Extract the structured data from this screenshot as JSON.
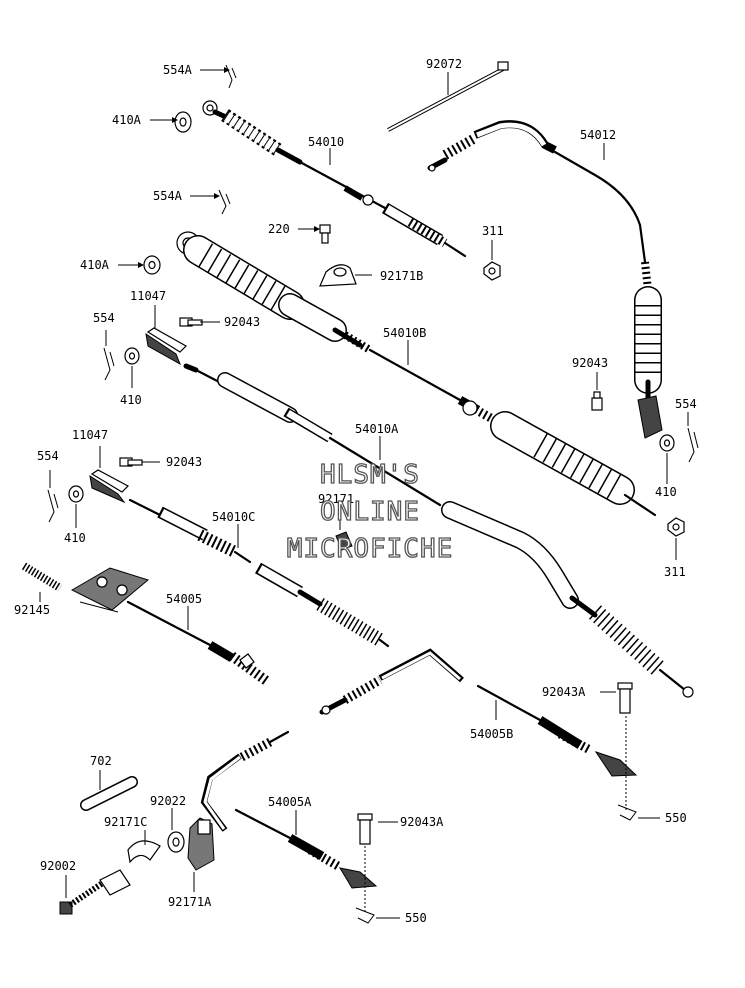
{
  "watermark": {
    "line1": "HLSM'S",
    "line2": "ONLINE",
    "line3": "MICROFICHE"
  },
  "labels": {
    "p554A_top": "554A",
    "p410A_top": "410A",
    "p54010": "54010",
    "p554A_mid": "554A",
    "p220": "220",
    "p92171B": "92171B",
    "p311_top": "311",
    "p410A_mid": "410A",
    "p11047_top": "11047",
    "p92043_top": "92043",
    "p554_top": "554",
    "p410_top": "410",
    "p54010B": "54010B",
    "p92072": "92072",
    "p54012": "54012",
    "p92043_right": "92043",
    "p554_right": "554",
    "p410_right": "410",
    "p311_right": "311",
    "p54010A": "54010A",
    "p11047_mid": "11047",
    "p92043_mid": "92043",
    "p554_mid": "554",
    "p410_mid": "410",
    "p92171": "92171",
    "p54010C": "54010C",
    "p92145": "92145",
    "p54005": "54005",
    "p92043A_right": "92043A",
    "p54005B": "54005B",
    "p550_right": "550",
    "p702": "702",
    "p92022": "92022",
    "p92171C": "92171C",
    "p92002": "92002",
    "p92171A": "92171A",
    "p54005A": "54005A",
    "p92043A_bottom": "92043A",
    "p550_bottom": "550"
  }
}
